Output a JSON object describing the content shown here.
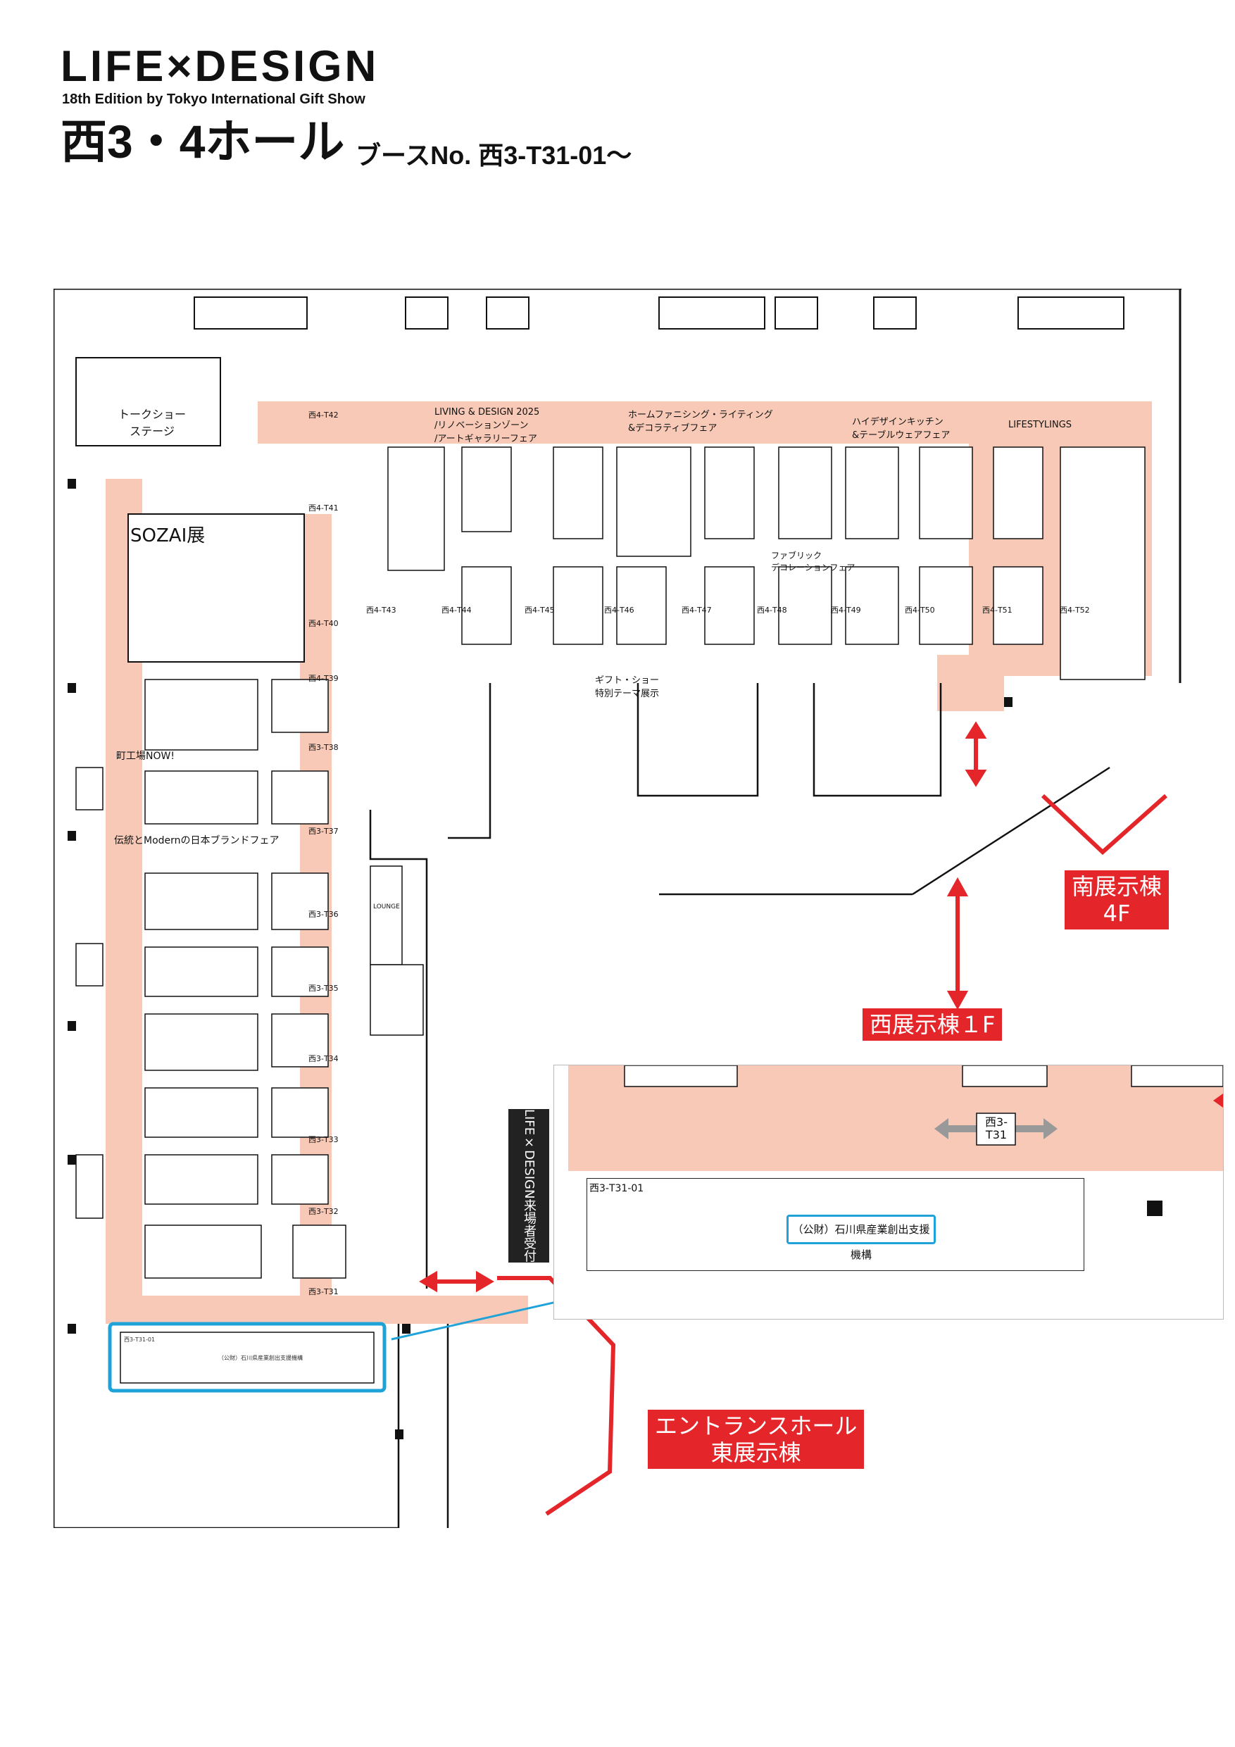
{
  "header": {
    "logo": "LIFE×DESIGN",
    "edition": "18th Edition   by Tokyo International Gift Show",
    "hall": "西3・4ホール",
    "booth_no": "ブースNo. 西3-T31-01〜"
  },
  "zones": {
    "talk_stage": "トークショー\nステージ",
    "sozai": "SOZAI展",
    "machikoba": "町工場NOW!",
    "dento": "伝統とModernの日本ブランドフェア",
    "living_design": "LIVING & DESIGN 2025\n/リノベーションゾーン\n/アートギャラリーフェア",
    "home_furnishing": "ホームファニシング・ライティング\n&デコラティブフェア",
    "high_design": "ハイデザインキッチン\n&テーブルウェアフェア",
    "lifestylings": "LIFESTYLINGS",
    "fabric": "ファブリック\nデコレーションフェア",
    "gift_special": "ギフト・ショー\n特別テーマ展示",
    "lounge": "LOUNGE"
  },
  "aisles": [
    "西4-T42",
    "西4-T41",
    "西4-T40",
    "西4-T39",
    "西3-T38",
    "西3-T37",
    "西3-T36",
    "西3-T35",
    "西3-T34",
    "西3-T33",
    "西3-T32",
    "西3-T31",
    "西4-T43",
    "西4-T44",
    "西4-T45",
    "西4-T46",
    "西4-T47",
    "西4-T48",
    "西4-T49",
    "西4-T50",
    "西4-T51",
    "西4-T52"
  ],
  "buildings": {
    "south": "南展示棟\n4F",
    "west": "西展示棟１F",
    "entrance": "エントランスホール\n東展示棟"
  },
  "reception": {
    "logo": "LIFE×DESIGN",
    "label": "来場者受付"
  },
  "inset": {
    "aisle": "西3-\nT31",
    "booth_id": "西3-T31-01",
    "exhibitor": "（公財）石川県産業創出支援機構"
  },
  "highlight_booth": {
    "booth_id": "西3-T31-01",
    "exhibitor": "（公財）石川県産業創出支援機構"
  },
  "colors": {
    "corridor": "#f7c9b6",
    "accent_red": "#e4262a",
    "highlight_blue": "#1fa2d8"
  }
}
